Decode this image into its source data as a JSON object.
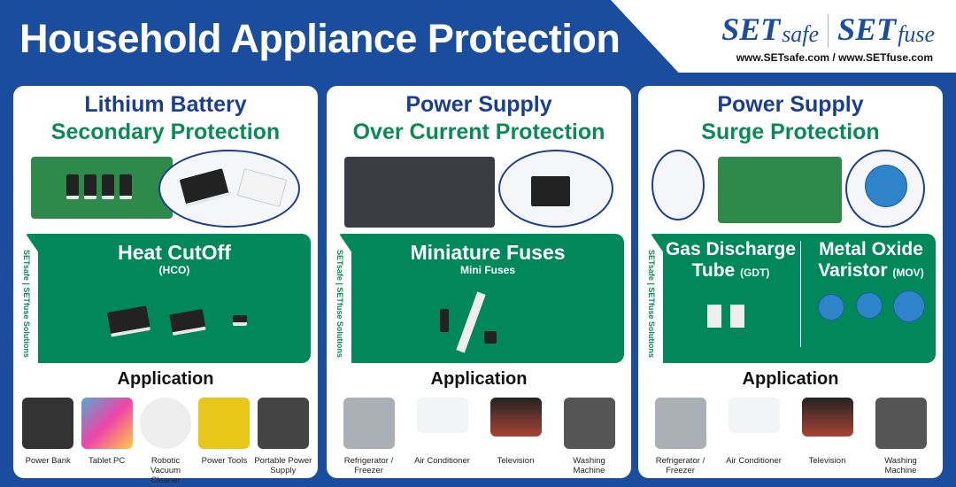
{
  "header": {
    "title": "Household Appliance Protection",
    "logo_left_big": "SET",
    "logo_left_small": "safe",
    "logo_right_big": "SET",
    "logo_right_small": "fuse",
    "urls": "www.SETsafe.com  /  www.SETfuse.com"
  },
  "side_label": "SETsafe | SETfuse Solutions",
  "application_label": "Application",
  "panels": [
    {
      "title1": "Lithium Battery",
      "title2": "Secondary Protection",
      "product": "Heat CutOff",
      "product_sub": "(HCO)",
      "apps": [
        "Power Bank",
        "Tablet PC",
        "Robotic Vacuum Cleaner",
        "Power Tools",
        "Portable Power Supply"
      ]
    },
    {
      "title1": "Power Supply",
      "title2": "Over Current Protection",
      "product": "Miniature Fuses",
      "product_sub": "Mini Fuses",
      "apps": [
        "Refrigerator / Freezer",
        "Air Conditioner",
        "Television",
        "Washing Machine"
      ]
    },
    {
      "title1": "Power Supply",
      "title2": "Surge Protection",
      "product_a": "Gas Discharge Tube",
      "product_a_abbr": "(GDT)",
      "product_b": "Metal Oxide Varistor",
      "product_b_abbr": "(MOV)",
      "apps": [
        "Refrigerator / Freezer",
        "Air Conditioner",
        "Television",
        "Washing Machine"
      ]
    }
  ]
}
